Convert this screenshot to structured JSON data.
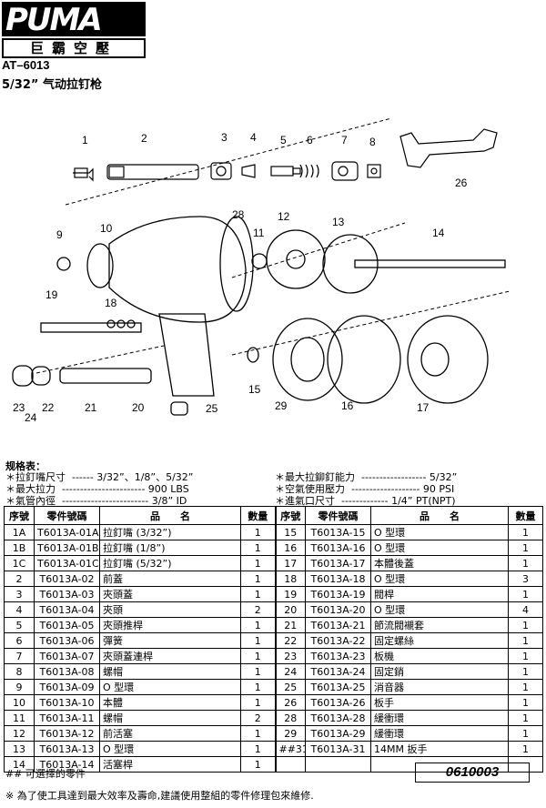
{
  "header": {
    "brand": "PUMA",
    "reg": "®",
    "brand_cn": "巨霸空壓",
    "model": "AT–6013",
    "product_name": "5/32” 气动拉钉枪"
  },
  "diagram": {
    "callouts": [
      "1",
      "2",
      "3",
      "4",
      "5",
      "6",
      "7",
      "8",
      "26",
      "28",
      "12",
      "13",
      "14",
      "9",
      "10",
      "11",
      "19",
      "18",
      "15",
      "29",
      "16",
      "17",
      "23",
      "24",
      "22",
      "21",
      "20",
      "25"
    ]
  },
  "specs": {
    "title": "规格表：",
    "left": [
      "＊拉釘嘴尺寸  ------ 3/32”、1/8”、5/32”",
      "＊最大拉力  ----------------------- 900 LBS",
      "＊氣管內徑  ------------------------ 3/8” ID"
    ],
    "right": [
      "＊最大拉鉚釘能力  ------------------ 5/32”",
      "＊空氣使用壓力  ------------------- 90 PSI",
      "＊進氣口尺寸  ------------- 1/4” PT(NPT)"
    ]
  },
  "parts_table": {
    "headers": [
      "序號",
      "零件號碼",
      "品　　名",
      "數量",
      "序號",
      "零件號碼",
      "品　　名",
      "數量"
    ],
    "rows": [
      [
        "1A",
        "T6013A-01A",
        "拉釘嘴 (3/32”)",
        "1",
        "15",
        "T6013A-15",
        "O 型環",
        "1"
      ],
      [
        "1B",
        "T6013A-01B",
        "拉釘嘴 (1/8”)",
        "1",
        "16",
        "T6013A-16",
        "O 型環",
        "1"
      ],
      [
        "1C",
        "T6013A-01C",
        "拉釘嘴 (5/32”)",
        "1",
        "17",
        "T6013A-17",
        "本體後蓋",
        "1"
      ],
      [
        "2",
        "T6013A-02",
        "前蓋",
        "1",
        "18",
        "T6013A-18",
        "O 型環",
        "3"
      ],
      [
        "3",
        "T6013A-03",
        "夾頭蓋",
        "1",
        "19",
        "T6013A-19",
        "閥桿",
        "1"
      ],
      [
        "4",
        "T6013A-04",
        "夾頭",
        "2",
        "20",
        "T6013A-20",
        "O 型環",
        "4"
      ],
      [
        "5",
        "T6013A-05",
        "夾頭推桿",
        "1",
        "21",
        "T6013A-21",
        "節流閥襯套",
        "1"
      ],
      [
        "6",
        "T6013A-06",
        "彈簧",
        "1",
        "22",
        "T6013A-22",
        "固定螺絲",
        "1"
      ],
      [
        "7",
        "T6013A-07",
        "夾頭蓋連桿",
        "1",
        "23",
        "T6013A-23",
        "板機",
        "1"
      ],
      [
        "8",
        "T6013A-08",
        "螺帽",
        "1",
        "24",
        "T6013A-24",
        "固定銷",
        "1"
      ],
      [
        "9",
        "T6013A-09",
        "O 型環",
        "1",
        "25",
        "T6013A-25",
        "消音器",
        "1"
      ],
      [
        "10",
        "T6013A-10",
        "本體",
        "1",
        "26",
        "T6013A-26",
        "板手",
        "1"
      ],
      [
        "11",
        "T6013A-11",
        "螺帽",
        "2",
        "28",
        "T6013A-28",
        "緩衝環",
        "1"
      ],
      [
        "12",
        "T6013A-12",
        "前活塞",
        "1",
        "29",
        "T6013A-29",
        "緩衝環",
        "1"
      ],
      [
        "13",
        "T6013A-13",
        "O 型環",
        "1",
        "##31",
        "T6013A-31",
        "14MM  扳手",
        "1"
      ],
      [
        "14",
        "T6013A-14",
        "活塞桿",
        "1",
        "",
        "",
        "",
        ""
      ]
    ]
  },
  "footer": {
    "note1": "##  可選擇的零件",
    "code": "0610003",
    "note2": "※  為了使工具達到最大效率及壽命,建議使用整組的零件修理包來維修."
  }
}
